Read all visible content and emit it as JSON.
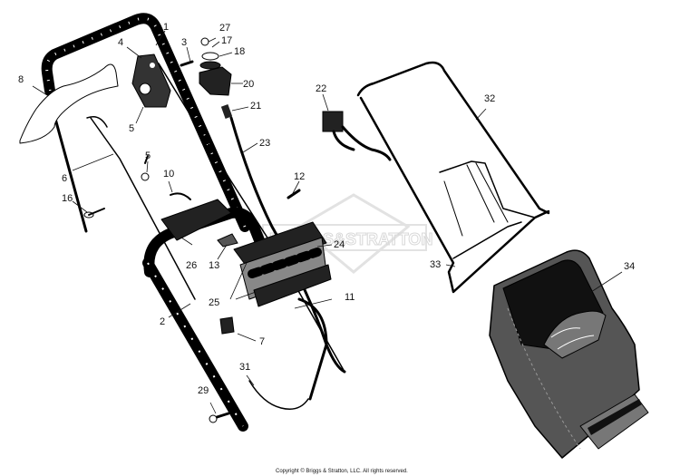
{
  "watermark": "BRIGGS&STRATTON",
  "copyright": "Copyright © Briggs & Stratton, LLC. All rights reserved.",
  "labels": {
    "n1": "1",
    "n2": "2",
    "n3": "3",
    "n4": "4",
    "n5a": "5",
    "n5b": "5",
    "n6": "6",
    "n7": "7",
    "n8": "8",
    "n10": "10",
    "n11": "11",
    "n12": "12",
    "n13": "13",
    "n16": "16",
    "n17": "17",
    "n18": "18",
    "n20": "20",
    "n21": "21",
    "n22": "22",
    "n23": "23",
    "n24": "24",
    "n25": "25",
    "n26": "26",
    "n27": "27",
    "n29": "29",
    "n31": "31",
    "n32": "32",
    "n33": "33",
    "n34": "34"
  }
}
